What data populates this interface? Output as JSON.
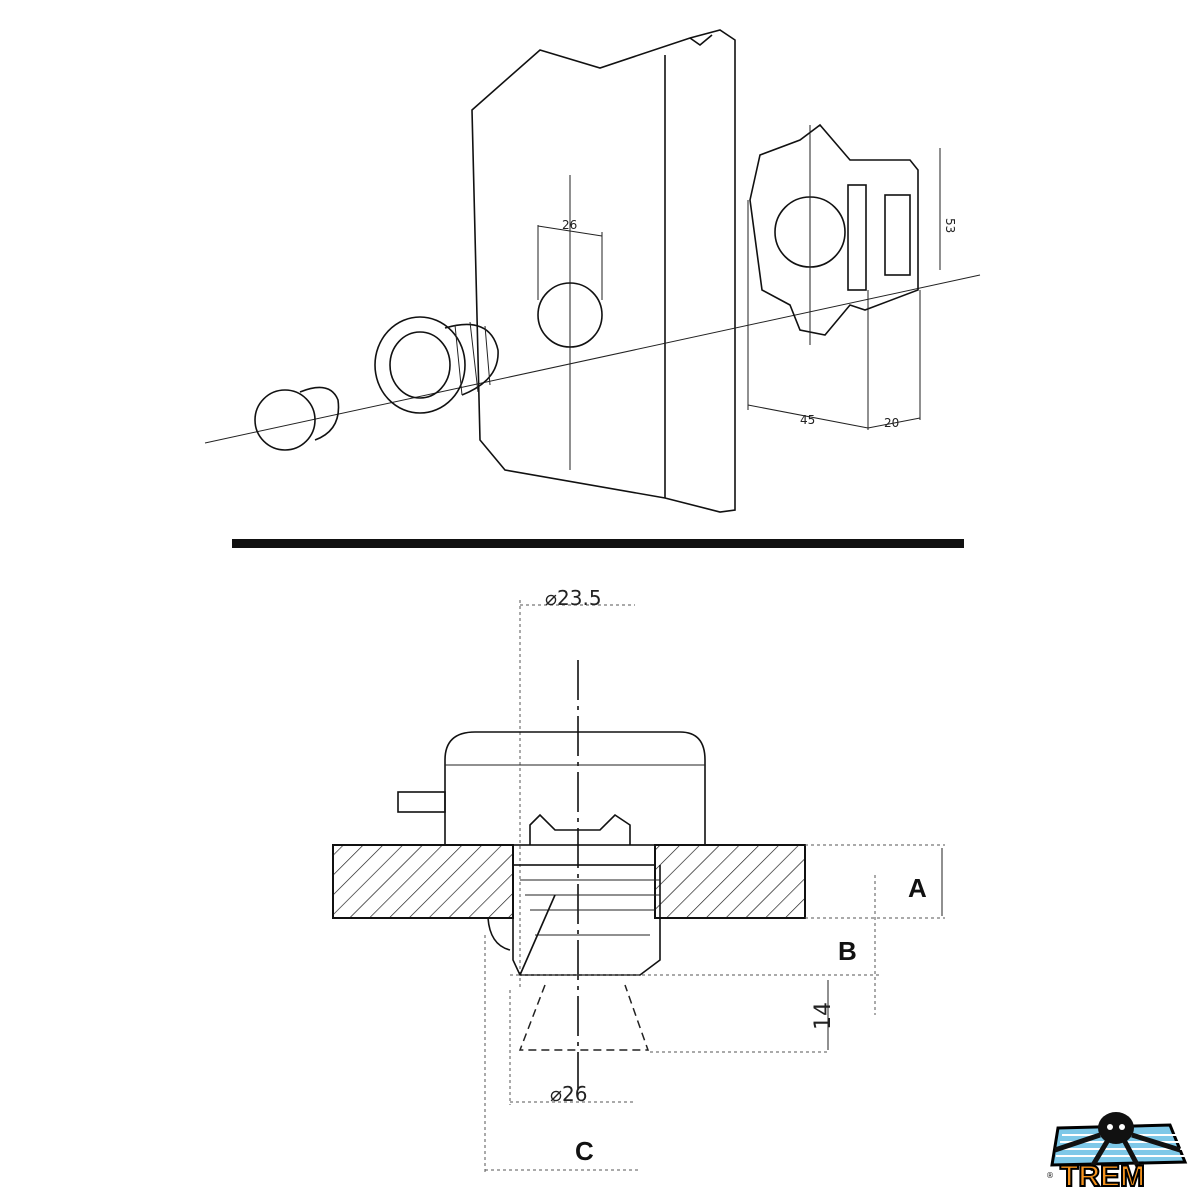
{
  "top_view": {
    "dim_hole": "26",
    "dim_height": "53",
    "dim_width": "45",
    "dim_depth": "20"
  },
  "section_view": {
    "dim_top_diameter": "⌀23.5",
    "dim_bottom_diameter": "⌀26",
    "dim_cone": "14",
    "label_a": "A",
    "label_b": "B",
    "label_c": "C"
  },
  "logo": {
    "text": "TREM",
    "registered": "®"
  },
  "colors": {
    "logo_orange": "#f7941d",
    "logo_blue": "#7ec8e8"
  }
}
